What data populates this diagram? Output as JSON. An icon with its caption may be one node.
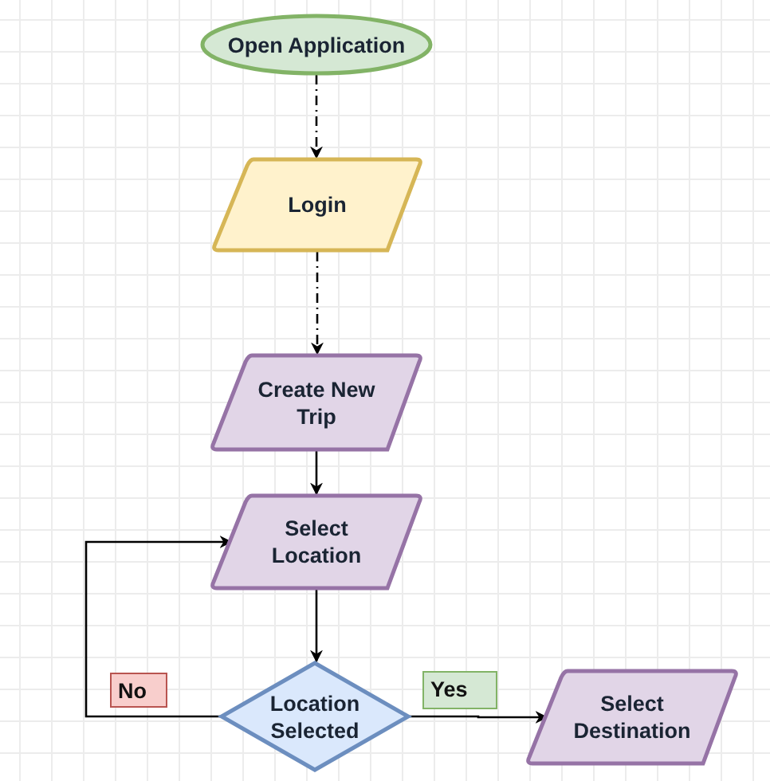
{
  "diagram": {
    "nodes": [
      {
        "text": [
          "Open Application"
        ]
      },
      {
        "text": [
          "Login"
        ]
      },
      {
        "text": [
          "Create New Trip"
        ]
      },
      {
        "text": [
          "Select Location"
        ]
      },
      {
        "text": [
          "Location Selected"
        ]
      },
      {
        "text": [
          "Select Destination"
        ]
      }
    ],
    "edges": [
      {
        "from": 0,
        "to": 1,
        "arrow": "to",
        "style": "dashed"
      },
      {
        "from": 1,
        "to": 2,
        "arrow": "to",
        "style": "dashed"
      },
      {
        "from": 2,
        "to": 3,
        "arrow": "to"
      },
      {
        "from": 3,
        "to": 4,
        "arrow": "to"
      },
      {
        "from": 4,
        "to": 3,
        "arrow": "to",
        "label": "No"
      },
      {
        "from": 4,
        "to": 5,
        "arrow": "to",
        "label": "Yes"
      }
    ]
  }
}
